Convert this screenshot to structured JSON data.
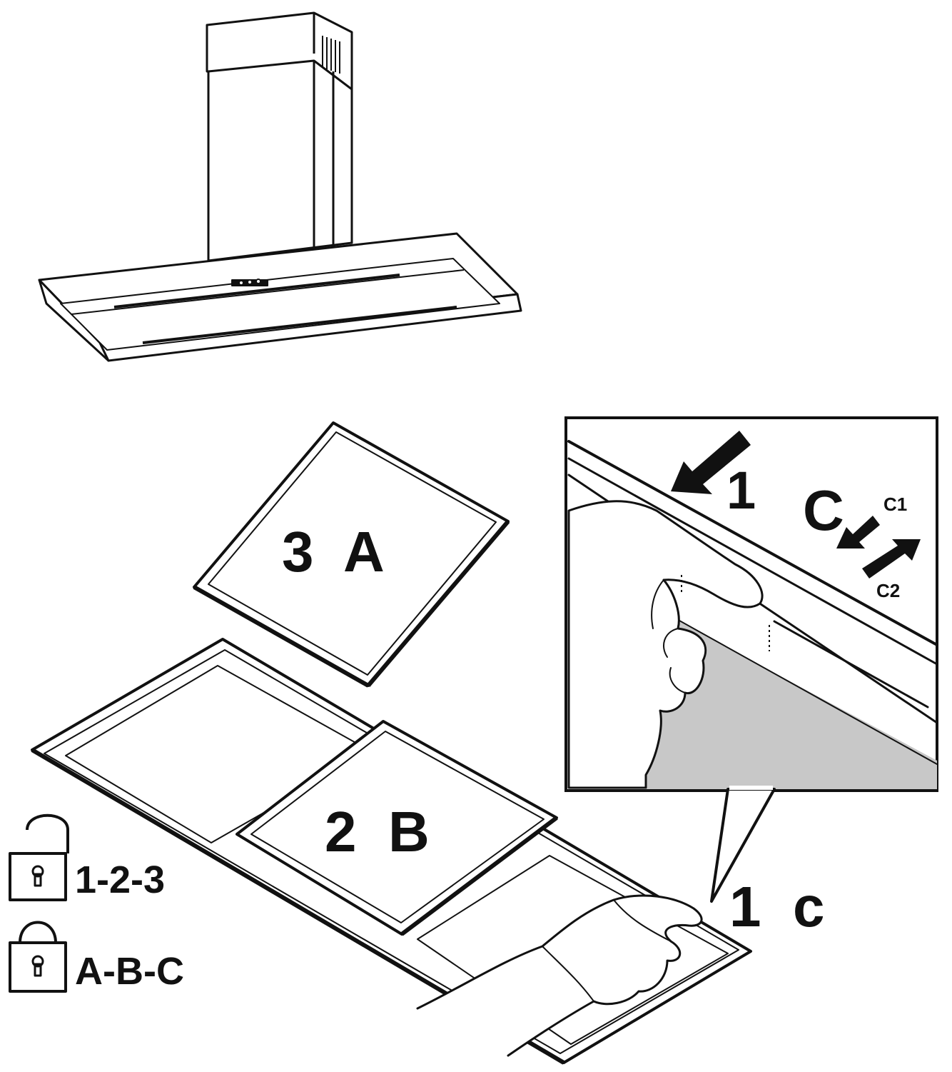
{
  "diagram": {
    "step_labels": {
      "filter_a": "3  A",
      "filter_b": "2  B",
      "filter_c": "1  c"
    },
    "detail": {
      "step": "1",
      "direction": "C",
      "sub_c1": "C1",
      "sub_c2": "C2"
    },
    "legend": {
      "unlock_sequence": "1-2-3",
      "lock_sequence": "A-B-C",
      "unlock_icon": "padlock-open-icon",
      "lock_icon": "padlock-closed-icon"
    },
    "colors": {
      "line": "#111111",
      "panel_gray": "#c8c8c8",
      "background": "#ffffff"
    }
  }
}
